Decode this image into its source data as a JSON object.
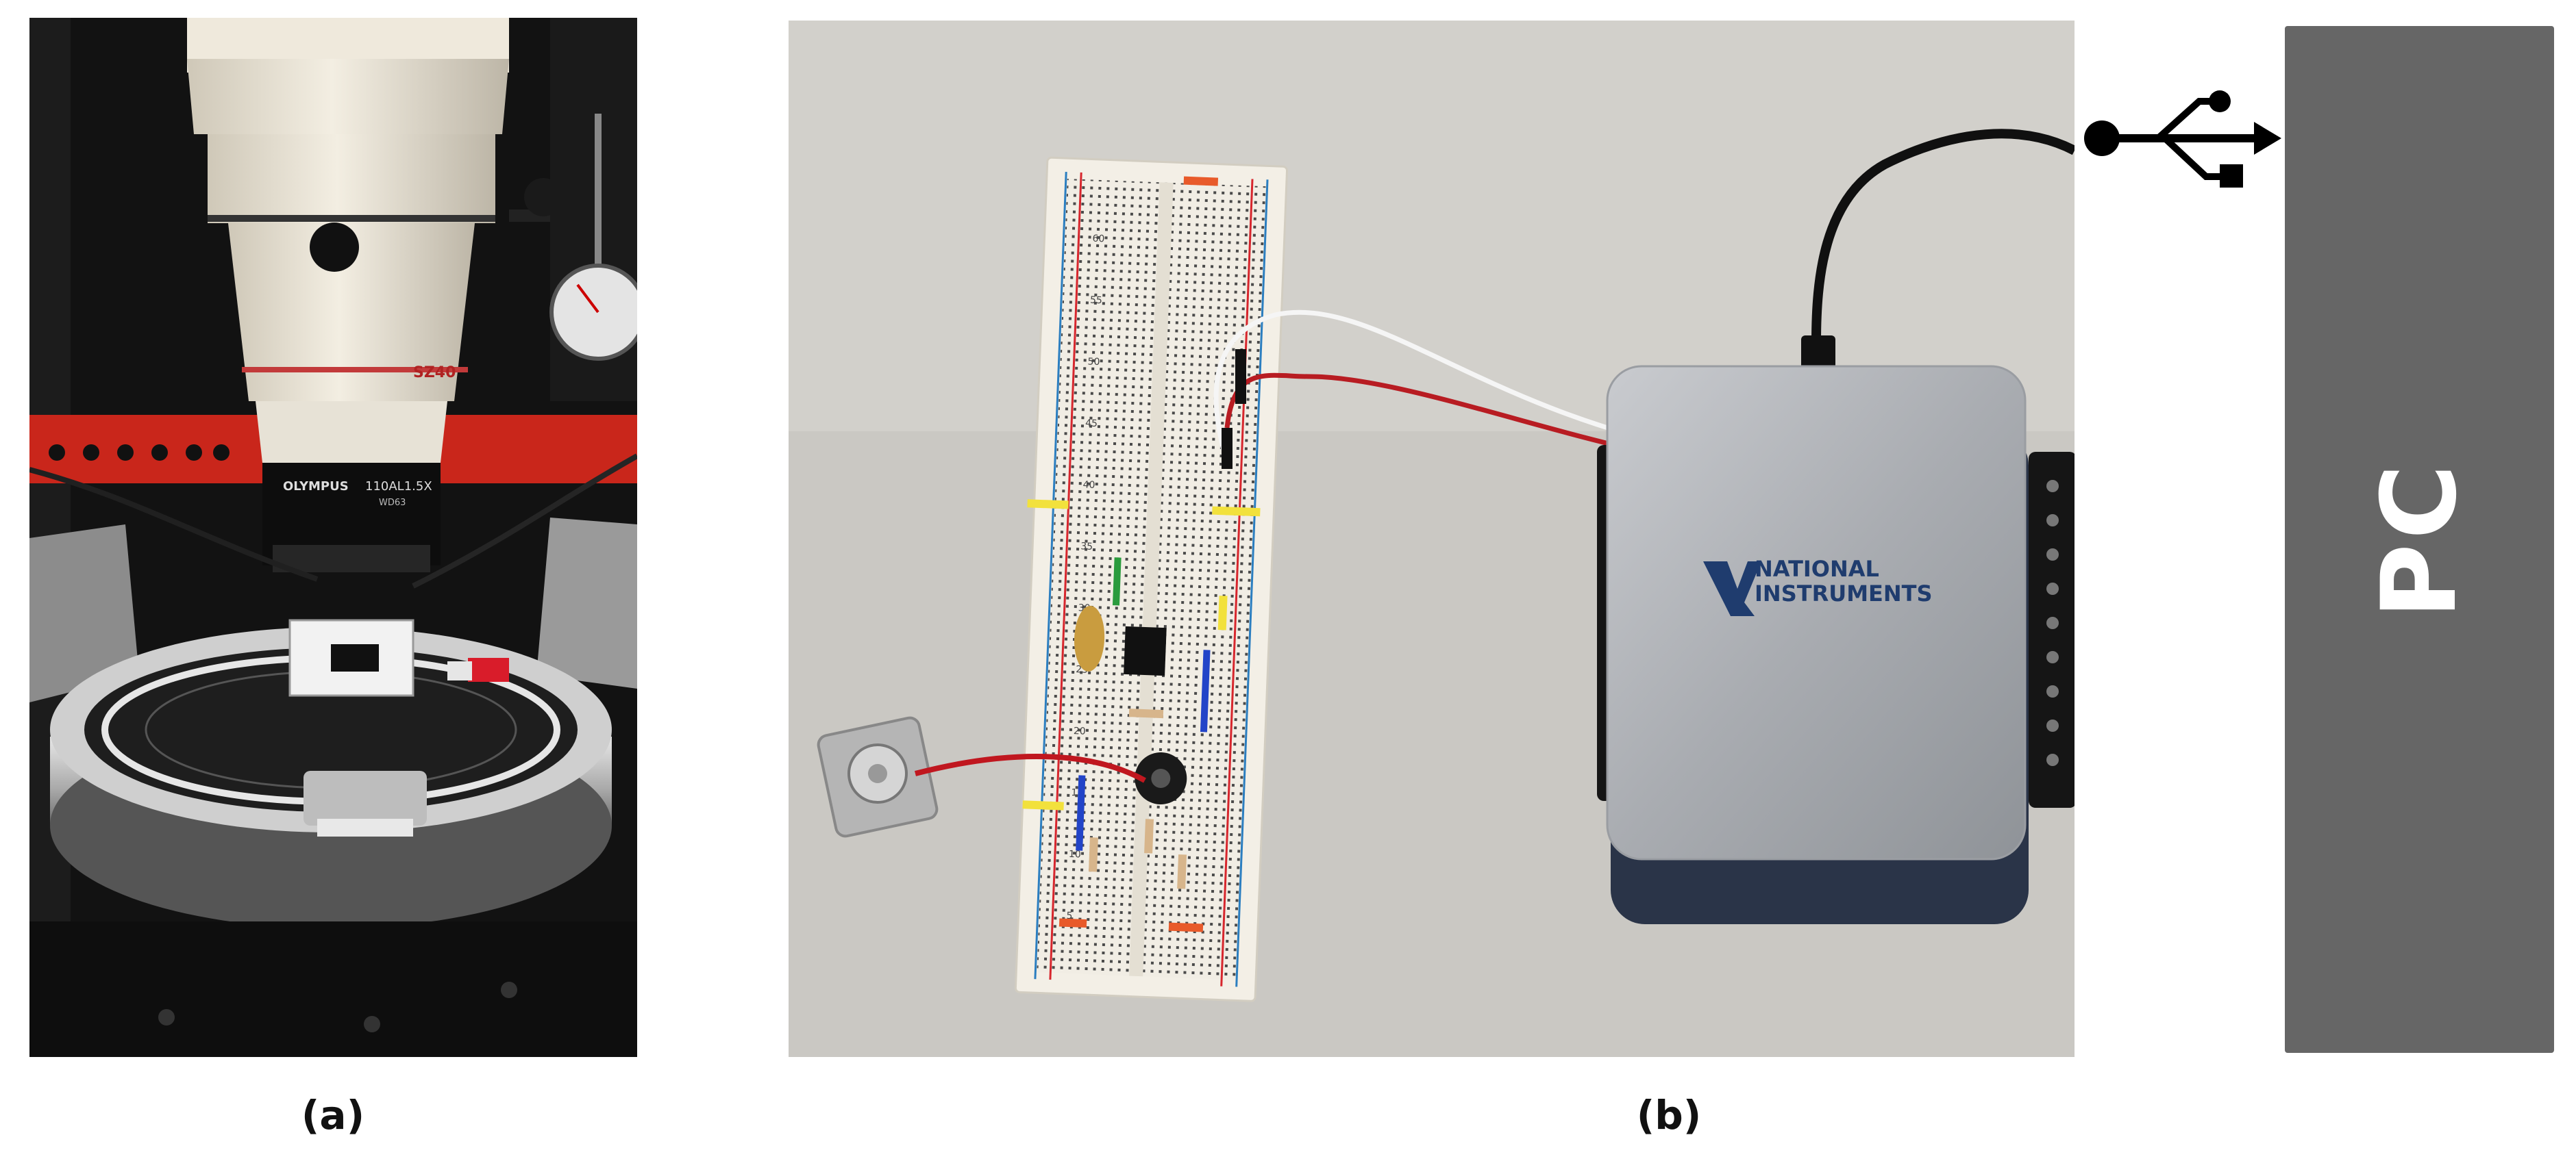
{
  "captions": {
    "a": "(a)",
    "b": "(b)"
  },
  "pc_box": {
    "label": "PC",
    "color": "#666666"
  },
  "microscope": {
    "model_label": "SZ40",
    "lens_brand": "OLYMPUS",
    "lens_model": "110AL1.5X",
    "lens_sub": "WD63"
  },
  "daq_device": {
    "brand_line1": "NATIONAL",
    "brand_line2": "INSTRUMENTS"
  },
  "breadboard": {
    "row_numbers": [
      "5",
      "10",
      "15",
      "20",
      "25",
      "30",
      "35",
      "40",
      "45",
      "50",
      "55",
      "60"
    ]
  },
  "icons": {
    "usb": "usb-icon"
  }
}
